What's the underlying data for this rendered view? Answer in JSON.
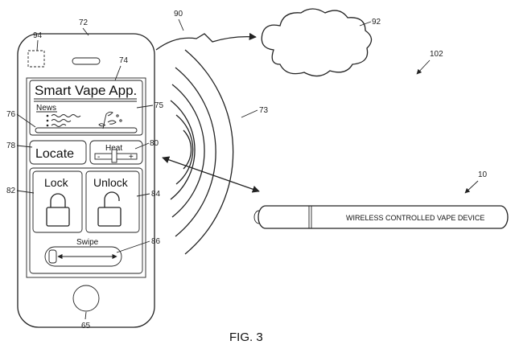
{
  "app": {
    "title": "Smart Vape App.",
    "news_label": "News",
    "locate_label": "Locate",
    "heat_label": "Heat",
    "heat_minus": "-",
    "heat_plus": "+",
    "lock_label": "Lock",
    "unlock_label": "Unlock",
    "swipe_label": "Swipe"
  },
  "device": {
    "label": "WIRELESS CONTROLLED VAPE DEVICE"
  },
  "refs": {
    "r10": "10",
    "r65": "65",
    "r72": "72",
    "r73": "73",
    "r74": "74",
    "r75": "75",
    "r76": "76",
    "r78": "78",
    "r80": "80",
    "r82": "82",
    "r84": "84",
    "r86": "86",
    "r90": "90",
    "r92": "92",
    "r94": "94",
    "r102": "102"
  },
  "caption": "FIG. 3"
}
